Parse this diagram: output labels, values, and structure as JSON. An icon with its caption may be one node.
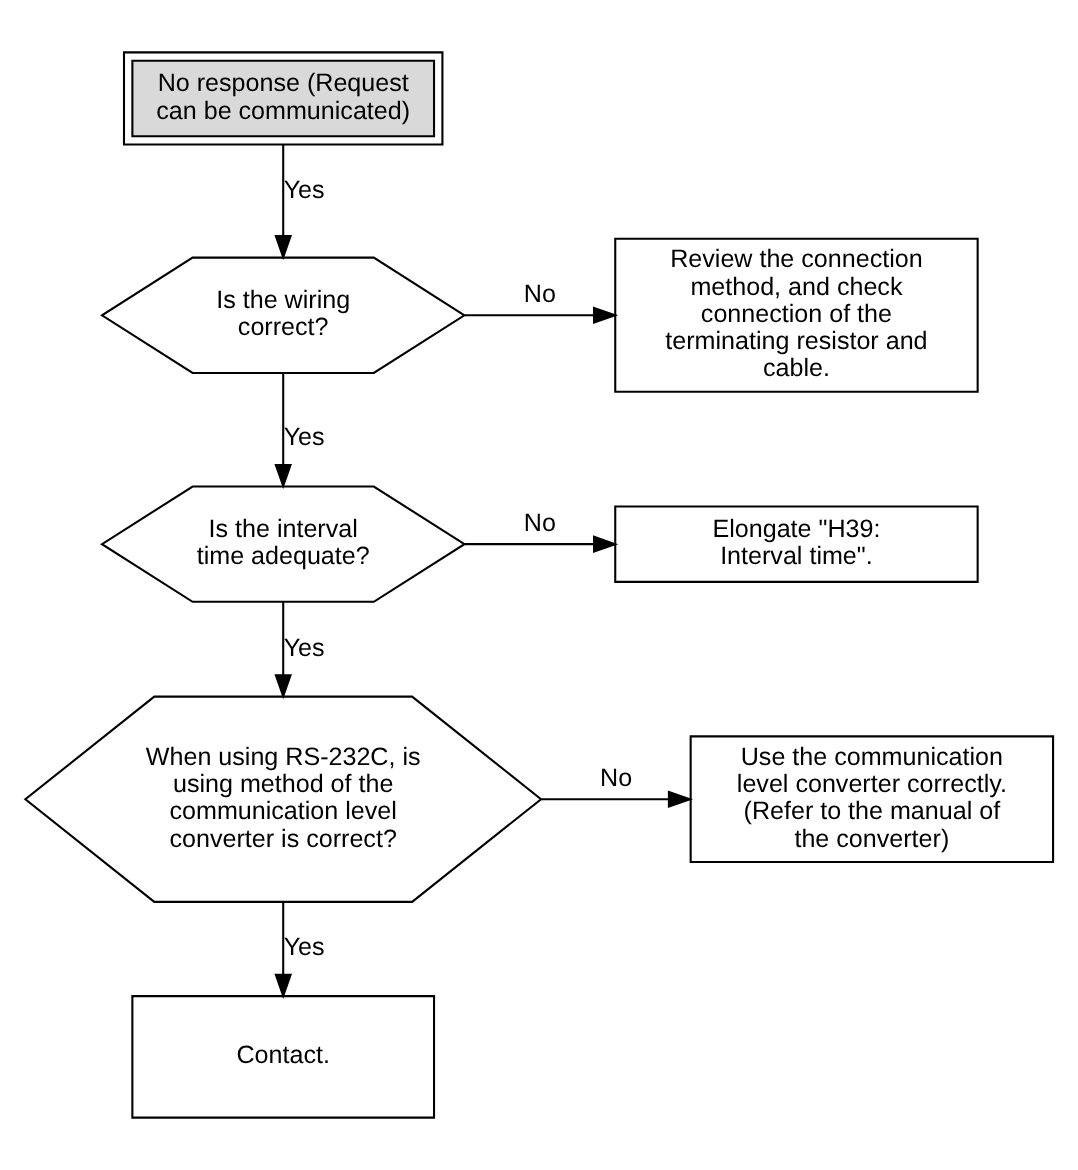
{
  "diagram": {
    "nodes": [
      {
        "text": [
          "No response (Request can be communicated)"
        ]
      },
      {
        "text": [
          "Is the wiring correct?"
        ]
      },
      {
        "text": [
          "Review the connection method, and check connection of the terminating resistor and cable."
        ]
      },
      {
        "text": [
          "Is the interval time adequate?"
        ]
      },
      {
        "text": [
          "Elongate \"H39: Interval time\"."
        ]
      },
      {
        "text": [
          "When using RS-232C, is using method of the communication level converter is correct?"
        ]
      },
      {
        "text": [
          "Use the communication level converter correctly. (Refer to the manual of the converter)"
        ]
      },
      {
        "text": [
          "Contact."
        ]
      }
    ],
    "edges": [
      {
        "from": 0,
        "to": 1,
        "arrow": "to",
        "label": "Yes"
      },
      {
        "from": 1,
        "to": 2,
        "arrow": "to",
        "label": "No"
      },
      {
        "from": 1,
        "to": 3,
        "arrow": "to",
        "label": "Yes"
      },
      {
        "from": 3,
        "to": 4,
        "arrow": "to",
        "label": "No"
      },
      {
        "from": 3,
        "to": 5,
        "arrow": "to",
        "label": "Yes"
      },
      {
        "from": 5,
        "to": 6,
        "arrow": "to",
        "label": "No"
      },
      {
        "from": 5,
        "to": 7,
        "arrow": "to",
        "label": "Yes"
      }
    ]
  }
}
